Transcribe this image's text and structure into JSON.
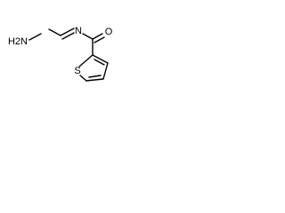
{
  "molecule": {
    "atoms": {
      "amine": "H2N",
      "imine_n": "N",
      "carbonyl_o": "O",
      "ring_s": "S"
    },
    "colors": {
      "bond": "#000000",
      "nitrogen": "#3232e0",
      "oxygen": "#e01818",
      "sulfur": "#b4a000"
    }
  }
}
